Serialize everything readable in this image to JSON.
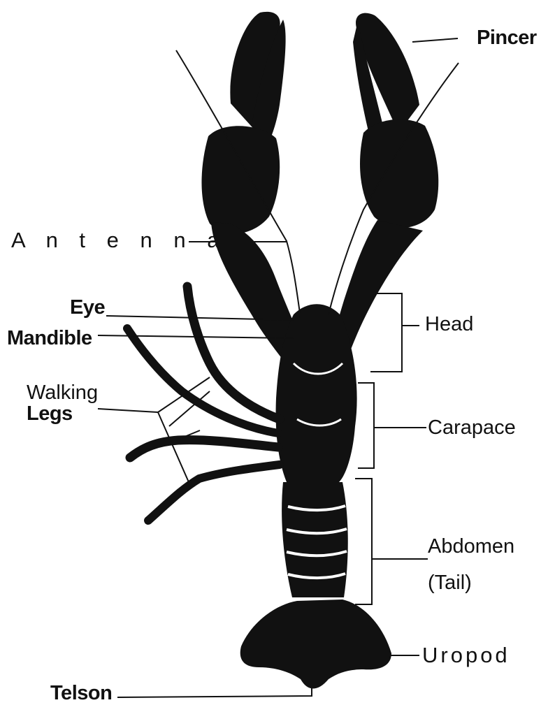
{
  "diagram": {
    "labels": {
      "pincer": "Pincer",
      "antenna": "A n t e n n a",
      "eye": "Eye",
      "mandible": "Mandible",
      "head": "Head",
      "walking": "Walking",
      "legs": "Legs",
      "carapace": "Carapace",
      "abdomen": "Abdomen",
      "tail": "(Tail)",
      "uropod": "Uropod",
      "telson": "Telson"
    },
    "colors": {
      "ink": "#111111",
      "background": "#ffffff"
    }
  }
}
